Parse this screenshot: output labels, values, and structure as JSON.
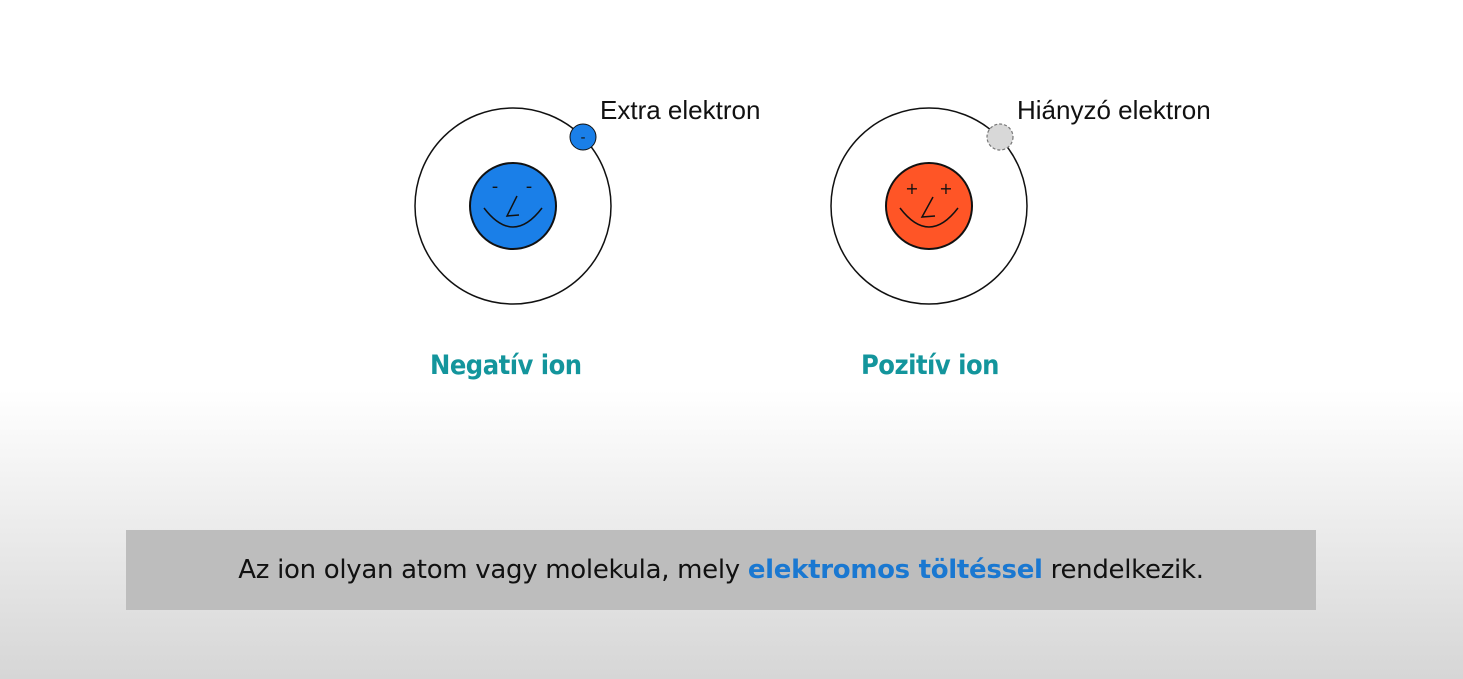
{
  "diagram": {
    "negative_ion": {
      "label": "Negatív ion",
      "callout": "Extra elektron",
      "nucleus_color": "#1a7fe8",
      "electron_color": "#1a7fe8",
      "electron_sign": "-",
      "face_signs": [
        "-",
        "-"
      ]
    },
    "positive_ion": {
      "label": "Pozitív ion",
      "callout": "Hiányzó elektron",
      "nucleus_color": "#ff5526",
      "electron_color": "#d8d8d8",
      "face_signs": [
        "+",
        "+"
      ]
    },
    "label_color": "#13959c"
  },
  "caption": {
    "before": "Az ion olyan atom vagy molekula, mely ",
    "highlight": "elektromos töltéssel",
    "after": " rendelkezik.",
    "highlight_color": "#1a78d1"
  }
}
